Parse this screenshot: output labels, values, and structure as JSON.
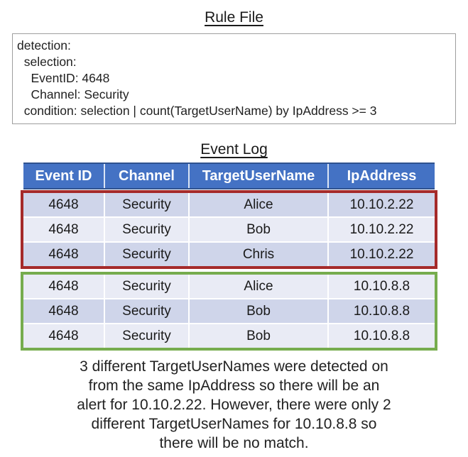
{
  "rule_file": {
    "title": "Rule File",
    "lines": [
      "detection:",
      "  selection:",
      "    EventID: 4648",
      "    Channel: Security",
      "  condition: selection | count(TargetUserName) by IpAddress >= 3"
    ]
  },
  "event_log": {
    "title": "Event Log",
    "headers": [
      "Event ID",
      "Channel",
      "TargetUserName",
      "IpAddress"
    ],
    "matched_group": {
      "rows": [
        [
          "4648",
          "Security",
          "Alice",
          "10.10.2.22"
        ],
        [
          "4648",
          "Security",
          "Bob",
          "10.10.2.22"
        ],
        [
          "4648",
          "Security",
          "Chris",
          "10.10.2.22"
        ]
      ]
    },
    "unmatched_group": {
      "rows": [
        [
          "4648",
          "Security",
          "Alice",
          "10.10.8.8"
        ],
        [
          "4648",
          "Security",
          "Bob",
          "10.10.8.8"
        ],
        [
          "4648",
          "Security",
          "Bob",
          "10.10.8.8"
        ]
      ]
    }
  },
  "caption": {
    "lines": [
      "3 different TargetUserNames were detected on",
      "from the same IpAddress so there will be an",
      "alert for 10.10.2.22. However, there were only 2",
      "different TargetUserNames for 10.10.8.8 so",
      "there will be no match."
    ]
  },
  "colors": {
    "header_bg": "#4472C4",
    "header_border": "#2F528F",
    "row_band_dark": "#CFD5EA",
    "row_band_light": "#E9EBF5",
    "match_box": "#A52A2A",
    "no_match_box": "#76AC4E"
  }
}
